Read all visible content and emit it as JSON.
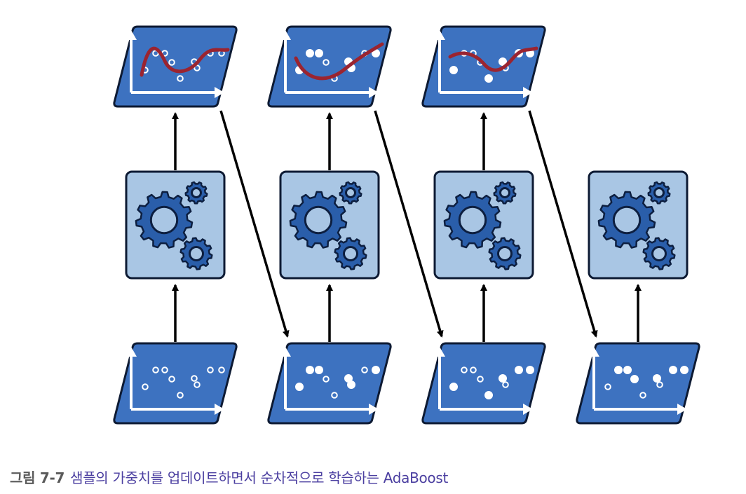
{
  "caption": {
    "figure_number": "그림 7-7",
    "text": "샘플의 가중치를 업데이트하면서 순차적으로 학습하는 AdaBoost"
  },
  "colors": {
    "panel_fill": "#3d72c0",
    "panel_stroke": "#0d1a33",
    "model_box_fill": "#a9c6e4",
    "gear_fill": "#2a5eaa",
    "gear_stroke": "#0d1f40",
    "axis": "#ffffff",
    "curve": "#9b2430",
    "arrow": "#000000",
    "caption_number": "#5a5a5a",
    "caption_text": "#4b3fa0"
  },
  "icons": {
    "model": "gears-icon",
    "dataset": "scatter-plot-icon",
    "fit": "fitted-curve-icon"
  },
  "stages": [
    {
      "id": 1,
      "has_prediction": true,
      "weights": [
        0,
        0,
        0,
        0,
        0,
        0,
        0,
        0,
        0
      ]
    },
    {
      "id": 2,
      "has_prediction": true,
      "weights": [
        1,
        1,
        1,
        0,
        0,
        1,
        1,
        0,
        1
      ]
    },
    {
      "id": 3,
      "has_prediction": true,
      "weights": [
        1,
        0,
        0,
        0,
        1,
        1,
        0,
        1,
        1
      ]
    },
    {
      "id": 4,
      "has_prediction": false,
      "weights": [
        0,
        1,
        1,
        1,
        0,
        1,
        0,
        1,
        1
      ]
    }
  ]
}
